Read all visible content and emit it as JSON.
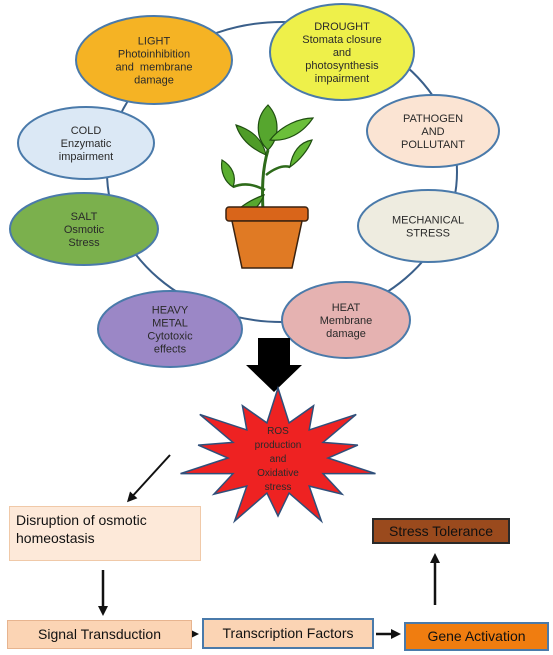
{
  "stressors": [
    {
      "id": "light",
      "lines": [
        "LIGHT",
        "Photoinhibition",
        "and  membrane",
        "damage"
      ],
      "fill": "#f5b324",
      "stroke": "#4a7aaa"
    },
    {
      "id": "drought",
      "lines": [
        "DROUGHT",
        "Stomata closure",
        "and",
        "photosynthesis",
        "impairment"
      ],
      "fill": "#eef04a",
      "stroke": "#4a7aaa"
    },
    {
      "id": "cold",
      "lines": [
        "COLD",
        "Enzymatic",
        "impairment"
      ],
      "fill": "#dbe8f5",
      "stroke": "#4a7aaa"
    },
    {
      "id": "pathogen",
      "lines": [
        "PATHOGEN",
        "AND",
        "POLLUTANT"
      ],
      "fill": "#fbe4d3",
      "stroke": "#4a7aaa"
    },
    {
      "id": "salt",
      "lines": [
        "SALT",
        "Osmotic",
        "Stress"
      ],
      "fill": "#7bb04d",
      "stroke": "#4a7aaa"
    },
    {
      "id": "mechanical",
      "lines": [
        "MECHANICAL",
        "STRESS"
      ],
      "fill": "#eeece0",
      "stroke": "#4a7aaa"
    },
    {
      "id": "heavy-metal",
      "lines": [
        "HEAVY",
        "METAL",
        "Cytotoxic",
        "effects"
      ],
      "fill": "#9b87c6",
      "stroke": "#4a7aaa"
    },
    {
      "id": "heat",
      "lines": [
        "HEAT",
        "Membrane",
        "damage"
      ],
      "fill": "#e5b2b1",
      "stroke": "#4a7aaa"
    }
  ],
  "ros": {
    "lines": [
      "ROS",
      "production",
      "and",
      "Oxidative",
      "stress"
    ],
    "fill": "#ee2222",
    "stroke": "#2f4f7a"
  },
  "boxes": {
    "disruption": "Disruption of  osmotic homeostasis",
    "signal": "Signal Transduction",
    "tf": "Transcription Factors",
    "gene": "Gene Activation",
    "tolerance": "Stress Tolerance"
  },
  "icons": {
    "plant": "potted-plant-icon",
    "down_arrow": "thick-down-arrow-icon"
  }
}
